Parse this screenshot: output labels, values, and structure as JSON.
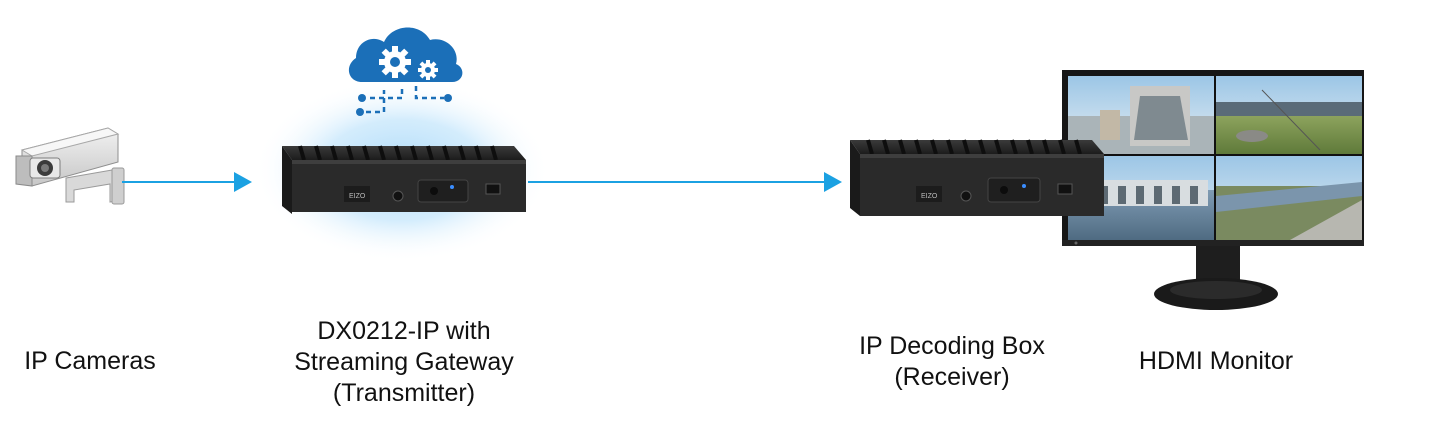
{
  "colors": {
    "arrow": "#1ba1e2",
    "cloud": "#1b6fb8",
    "glow": "#bfe3fb",
    "device_body": "#2a2a2a",
    "screen_bezel": "#161616"
  },
  "nodes": [
    {
      "id": "ip-cameras",
      "icon": "ip-camera-icon",
      "label_lines": [
        "IP Cameras"
      ]
    },
    {
      "id": "transmitter",
      "icon": "dx0212-device-icon",
      "badge_icon": "cloud-gears-icon",
      "label_lines": [
        "DX0212-IP with",
        "Streaming Gateway",
        "(Transmitter)"
      ]
    },
    {
      "id": "receiver",
      "icon": "decoding-box-icon",
      "label_lines": [
        "IP Decoding Box",
        "(Receiver)"
      ]
    },
    {
      "id": "monitor",
      "icon": "hdmi-monitor-icon",
      "label_lines": [
        "HDMI Monitor"
      ]
    }
  ],
  "connections": [
    {
      "from": "ip-cameras",
      "to": "transmitter",
      "arrow": "right"
    },
    {
      "from": "transmitter",
      "to": "receiver",
      "arrow": "right"
    }
  ],
  "brand_marks": [
    "EIZO"
  ]
}
